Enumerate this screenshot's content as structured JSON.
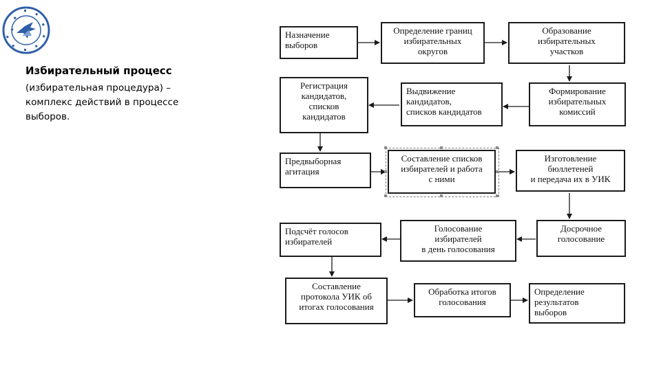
{
  "intro": {
    "title": "Избирательный процесс",
    "body": "(избирательная процедура) – комплекс действий в процессе выборов."
  },
  "logo": {
    "icon": "election-commission-emblem-icon",
    "ring_color": "#2f5fa8"
  },
  "boxes": [
    {
      "id": "naznachenie",
      "text": "Назначение\nвыборов"
    },
    {
      "id": "granits",
      "text": "Определение границ\nизбирательных\nокругов"
    },
    {
      "id": "uchastkov",
      "text": "Образование\nизбирательных\nучастков"
    },
    {
      "id": "registratsiya",
      "text": "Регистрация\nкандидатов,\nсписков\nкандидатов"
    },
    {
      "id": "vydvizhenie",
      "text": "Выдвижение\nкандидатов,\nсписков кандидатов"
    },
    {
      "id": "komissiy",
      "text": "Формирование\nизбирательных\nкомиссий"
    },
    {
      "id": "agitatsiya",
      "text": "Предвыборная\nагитация"
    },
    {
      "id": "spiski",
      "text": "Составление списков\nизбирателей и работа\nс ними"
    },
    {
      "id": "byulleteni",
      "text": "Изготовление\nбюллетеней\nи передача их в УИК"
    },
    {
      "id": "podschet",
      "text": "Подсчёт голосов\nизбирателей"
    },
    {
      "id": "golosovanie",
      "text": "Голосование\nизбирателей\nв день голосования"
    },
    {
      "id": "dosrochnoe",
      "text": "Досрочное\nголосование"
    },
    {
      "id": "protokol",
      "text": "Составление\nпротокола УИК об\nитогах голосования"
    },
    {
      "id": "obrabotka",
      "text": "Обработка итогов\nголосования"
    },
    {
      "id": "rezultaty",
      "text": "Определение\nрезультатов\n выборов"
    }
  ]
}
